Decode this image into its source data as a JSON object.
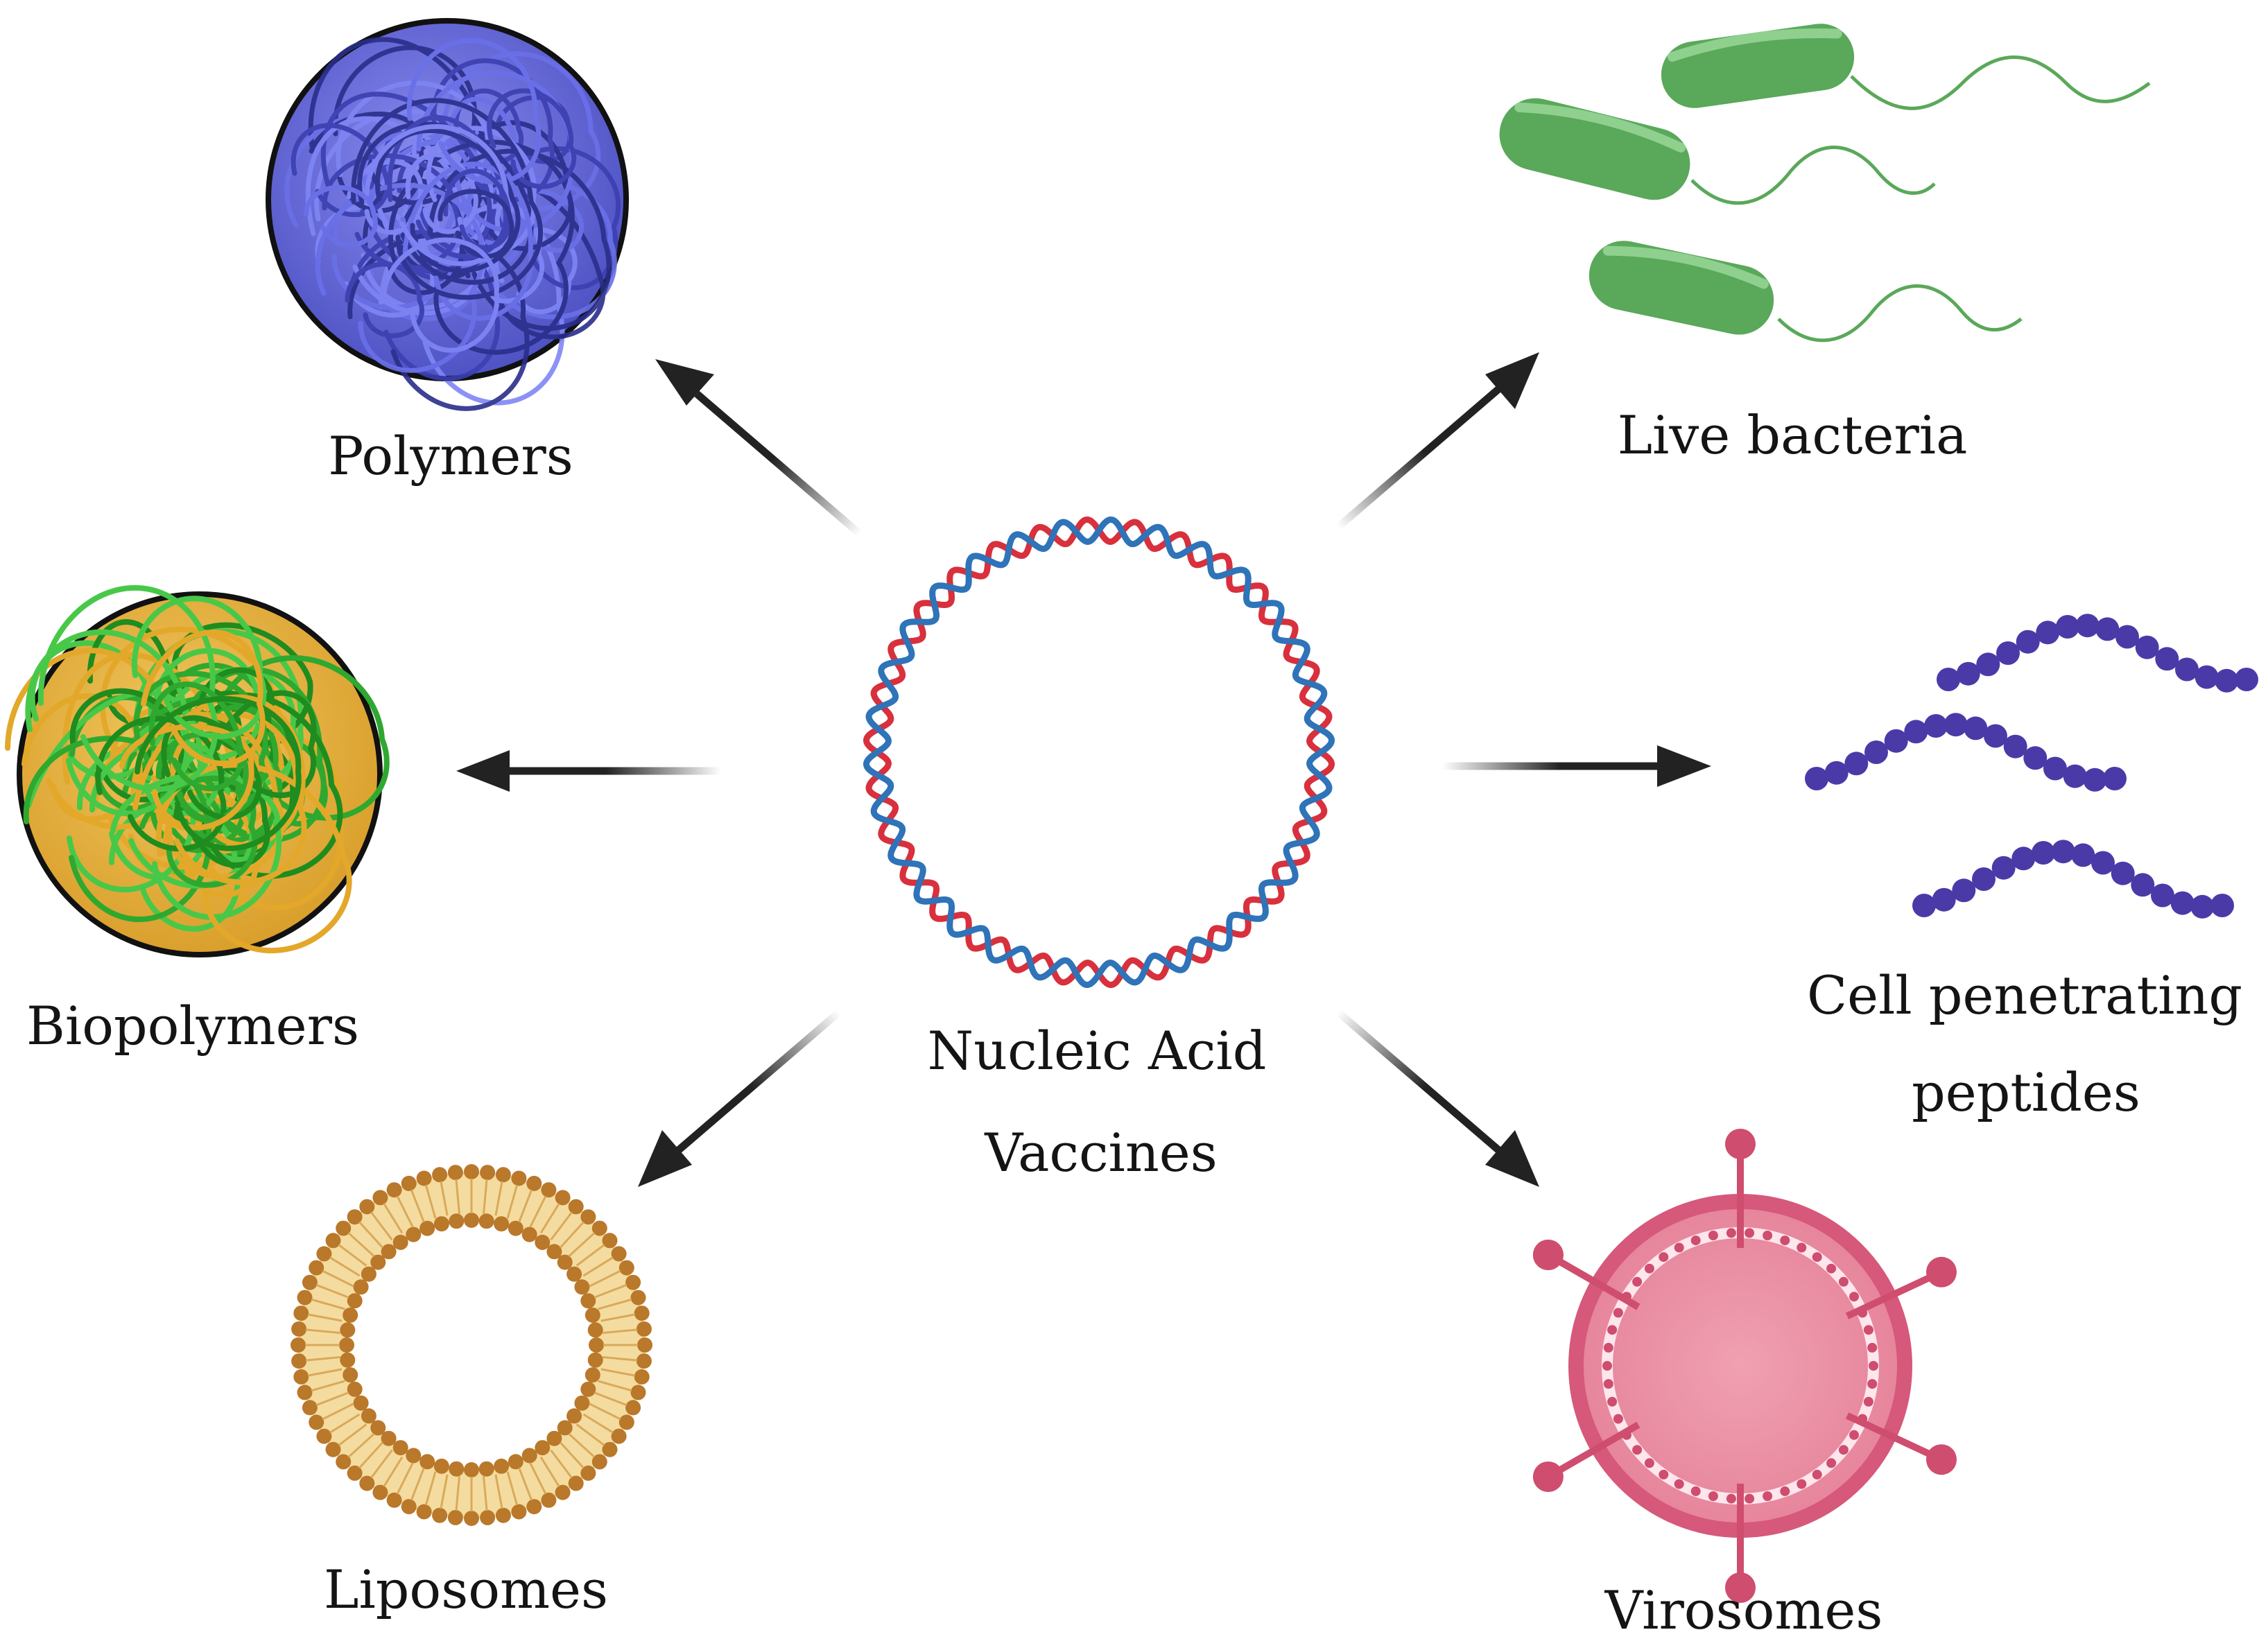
{
  "center": {
    "line1": "Nucleic Acid",
    "line2": "Vaccines"
  },
  "labels": {
    "polymers": "Polymers",
    "biopolymers": "Biopolymers",
    "liposomes": "Liposomes",
    "live_bacteria": "Live bacteria",
    "cpp_line1": "Cell penetrating",
    "cpp_line2": "peptides",
    "virosomes": "Virosomes"
  },
  "colors": {
    "dna_red": "#d8303c",
    "dna_blue": "#2f73b8",
    "polymer_fill": "#5a5fd0",
    "biopolymer_green": "#3cb43c",
    "biopolymer_orange": "#e3a82a",
    "liposome": "#b9782a",
    "bacteria": "#5aa85a",
    "peptide": "#4a3aa8",
    "virosome": "#d6647c",
    "arrow": "#222222"
  }
}
